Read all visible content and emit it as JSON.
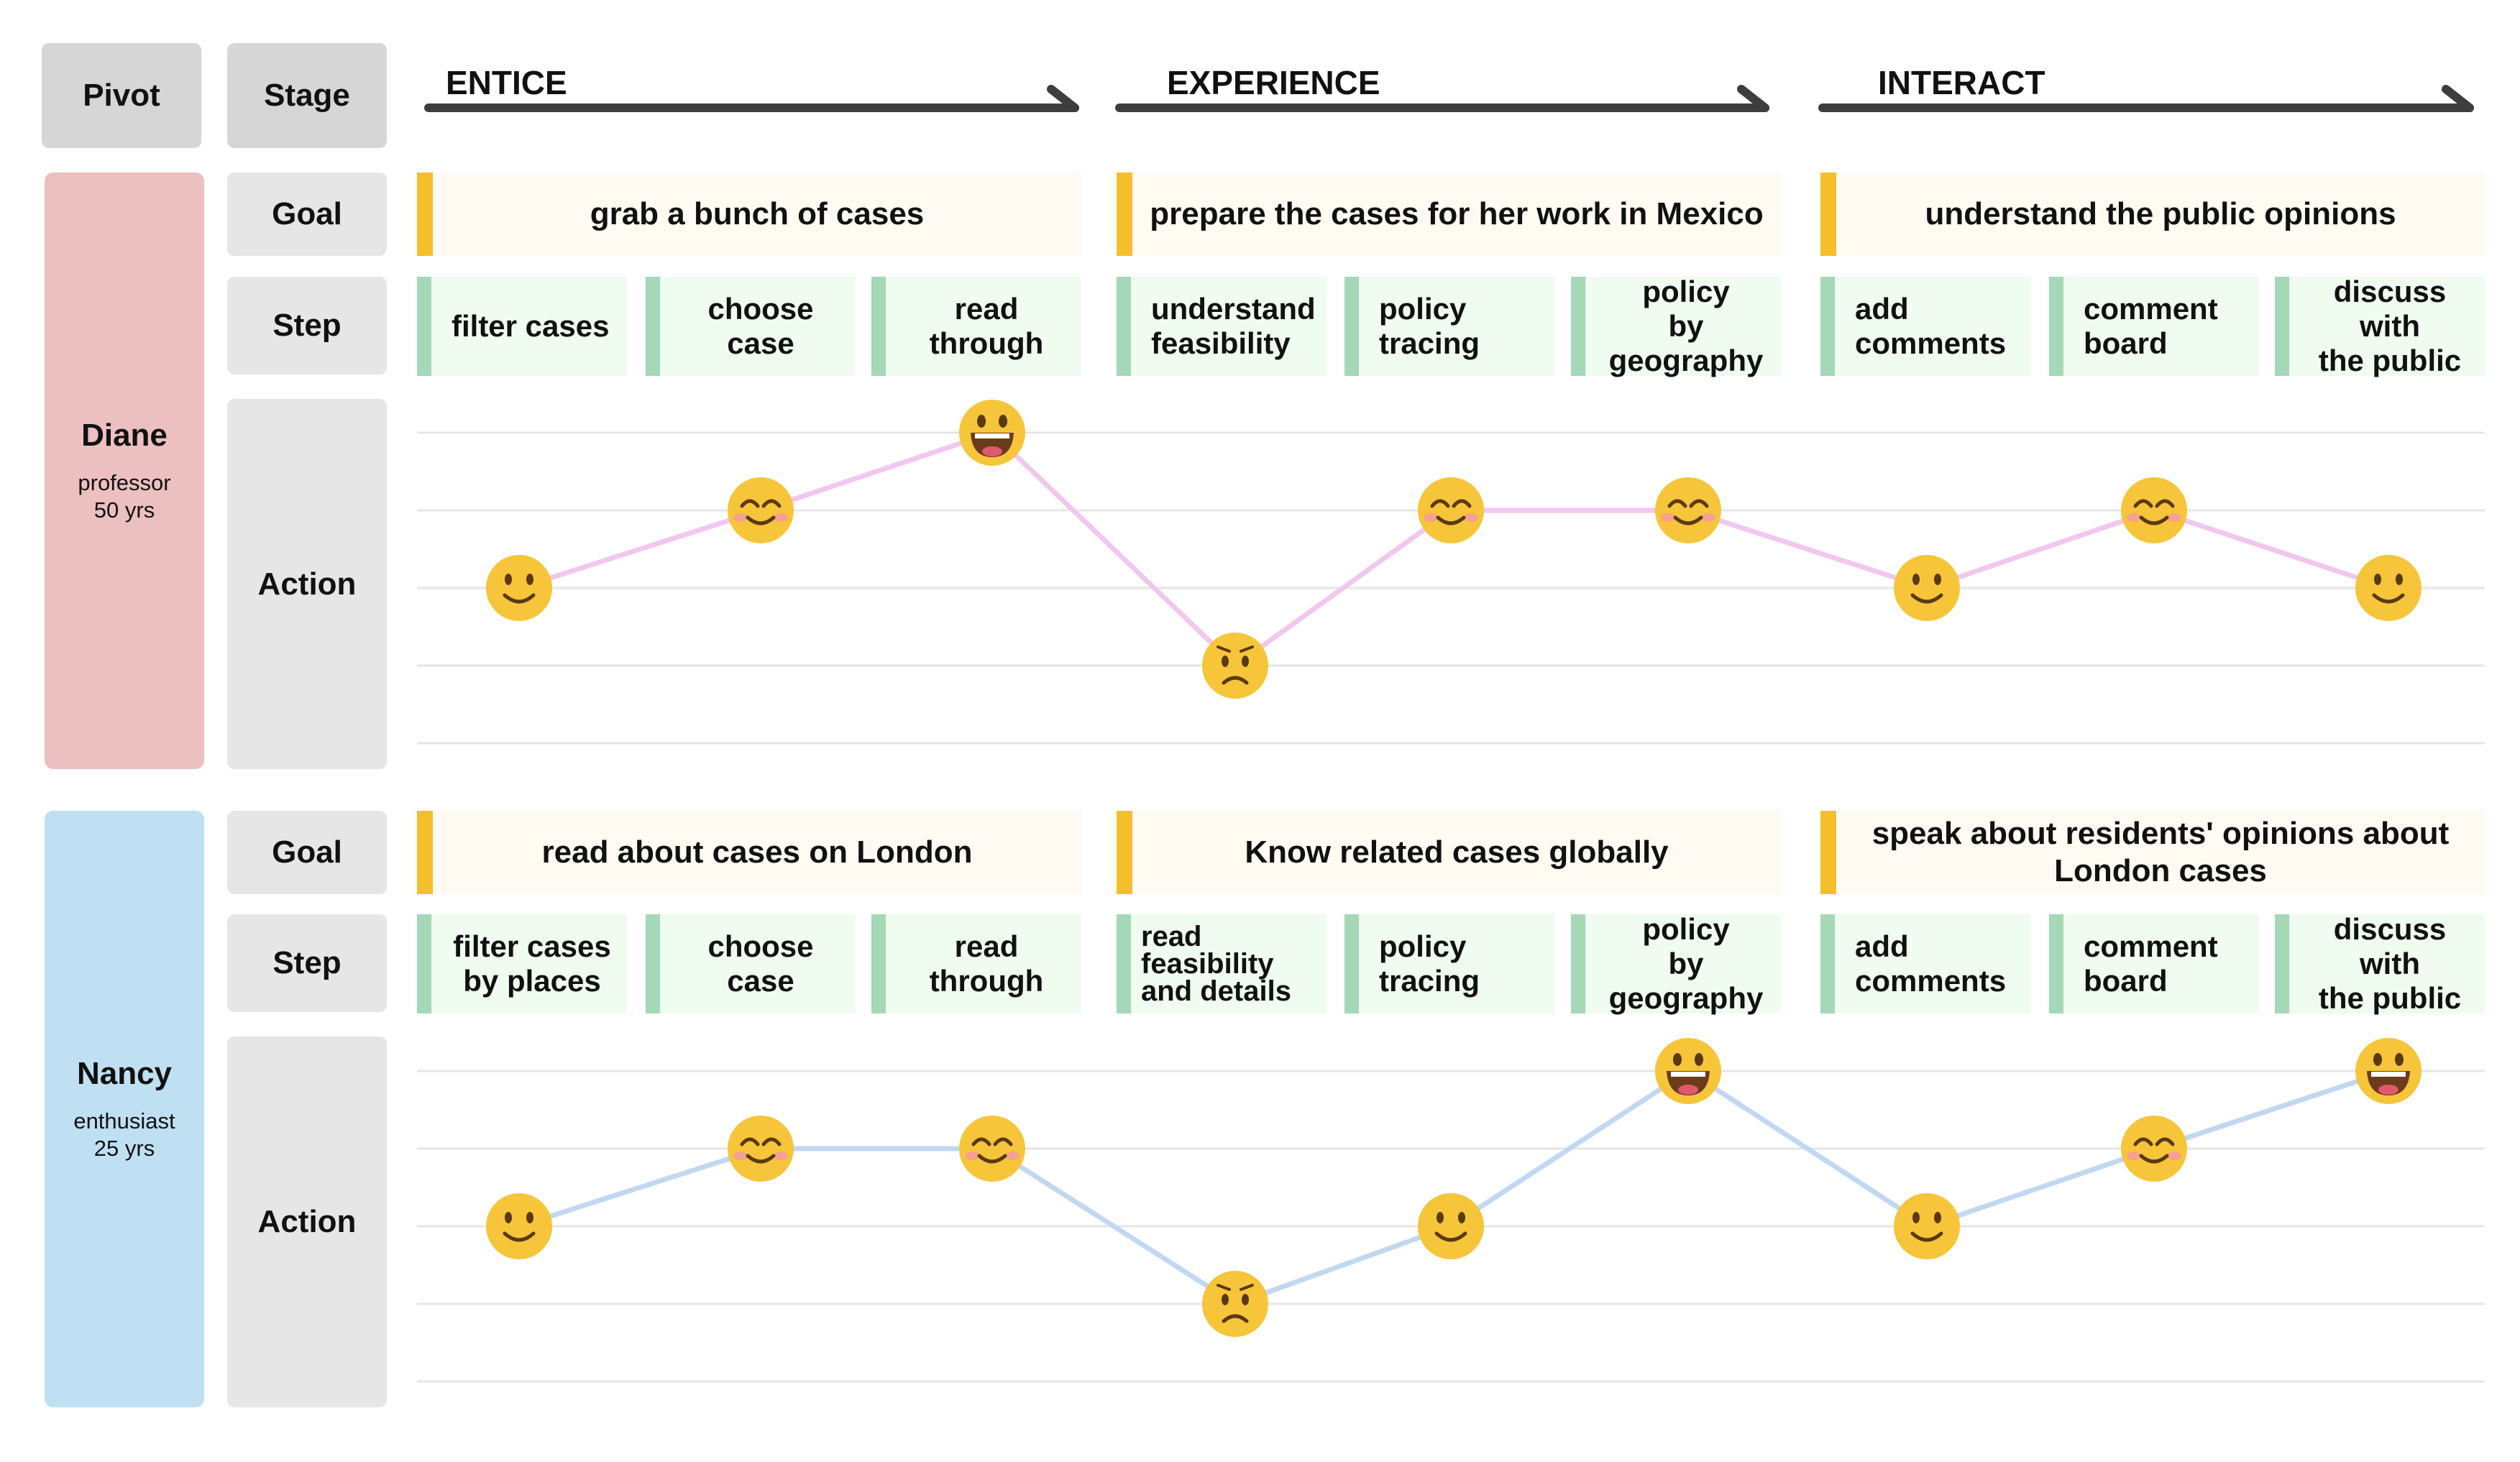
{
  "headers": {
    "pivot": "Pivot",
    "stage": "Stage"
  },
  "stages": [
    {
      "title": "ENTICE"
    },
    {
      "title": "EXPERIENCE"
    },
    {
      "title": "INTERACT"
    }
  ],
  "row_labels": {
    "goal": "Goal",
    "step": "Step",
    "action": "Action"
  },
  "colors": {
    "goal_accent": "#f5bf2c",
    "step_accent": "#a4d8b7",
    "diane_bg": "#ecbfc1",
    "nancy_bg": "#bfe0f2",
    "diane_line": "#f2c7ee",
    "nancy_line": "#c2d8f1",
    "emoji_face": "#f7c53a"
  },
  "personas": [
    {
      "name": "Diane",
      "role": "professor",
      "age": "50 yrs",
      "goals": [
        "grab a bunch of cases",
        "prepare the cases for her work in Mexico",
        "understand the public opinions"
      ],
      "steps": [
        "filter cases",
        "choose case",
        "read through",
        "understand\nfeasibility",
        "policy\ntracing",
        "policy\nby geography",
        "add\ncomments",
        "comment\nboard",
        "discuss with\nthe public"
      ],
      "emotions": [
        "smile",
        "happy",
        "grin",
        "sad",
        "happy",
        "happy",
        "smile",
        "happy",
        "smile"
      ]
    },
    {
      "name": "Nancy",
      "role": "enthusiast",
      "age": "25 yrs",
      "goals": [
        "read about cases on London",
        "Know related cases globally",
        "speak about residents' opinions about\nLondon cases"
      ],
      "steps": [
        "filter cases\nby places",
        "choose case",
        "read through",
        "read\nfeasibility\nand details",
        "policy\ntracing",
        "policy\nby geography",
        "add\ncomments",
        "comment\nboard",
        "discuss with\nthe public"
      ],
      "emotions": [
        "smile",
        "happy",
        "happy",
        "sad",
        "smile",
        "grin",
        "smile",
        "happy",
        "grin"
      ]
    }
  ]
}
